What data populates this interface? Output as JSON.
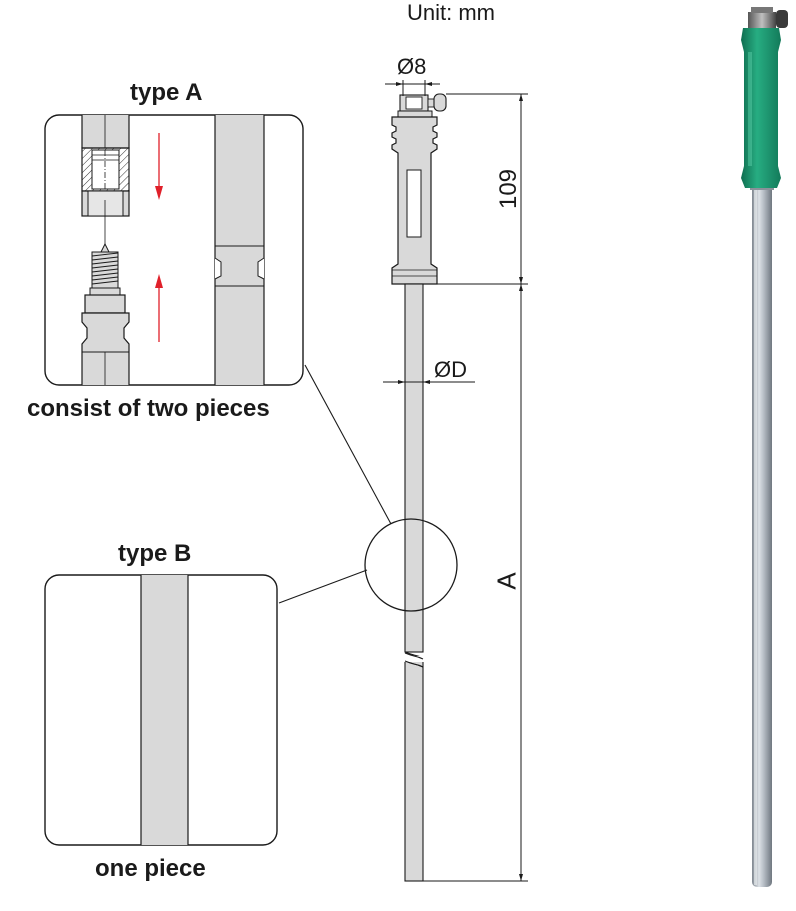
{
  "unit_label": "Unit: mm",
  "type_a": {
    "title": "type A",
    "caption": "consist of two pieces"
  },
  "type_b": {
    "title": "type B",
    "caption": "one piece"
  },
  "dimensions": {
    "head_diameter": "Ø8",
    "handle_length": "109",
    "rod_diameter": "ØD",
    "total_length": "A"
  },
  "colors": {
    "line": "#1a1a1a",
    "part_fill": "#d9d9d9",
    "arrow": "#e0202a",
    "grip_green": "#1f9a72",
    "rod_metal": "#a9b0b8"
  }
}
